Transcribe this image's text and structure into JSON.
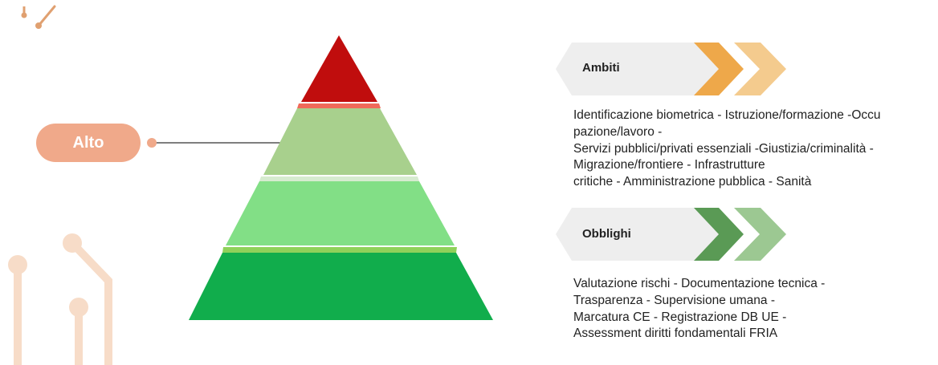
{
  "level": {
    "label": "Alto"
  },
  "sections": [
    {
      "title": "Ambiti",
      "accent_colors": [
        "#eea84a",
        "#f4cb8e"
      ],
      "lines": [
        "Identificazione biometrica - Istruzione/formazione -Occu",
        "pazione/lavoro -",
        "Servizi pubblici/privati essenziali -Giustizia/criminalità -",
        "Migrazione/frontiere - Infrastrutture",
        "critiche - Amministrazione pubblica - Sanità"
      ]
    },
    {
      "title": "Obblighi",
      "accent_colors": [
        "#5a9a55",
        "#9cc892"
      ],
      "lines": [
        "Valutazione rischi - Documentazione tecnica -",
        "Trasparenza - Supervisione umana -",
        "Marcatura CE - Registrazione DB UE -",
        "Assessment diritti fondamentali FRIA"
      ]
    }
  ],
  "pyramid": {
    "tiers": [
      "top",
      "upper-middle",
      "lower-middle",
      "base"
    ],
    "colors": [
      "#c00d0d",
      "#a8d08d",
      "#82df86",
      "#11ad4c"
    ],
    "highlighted_tier": "upper-middle"
  }
}
